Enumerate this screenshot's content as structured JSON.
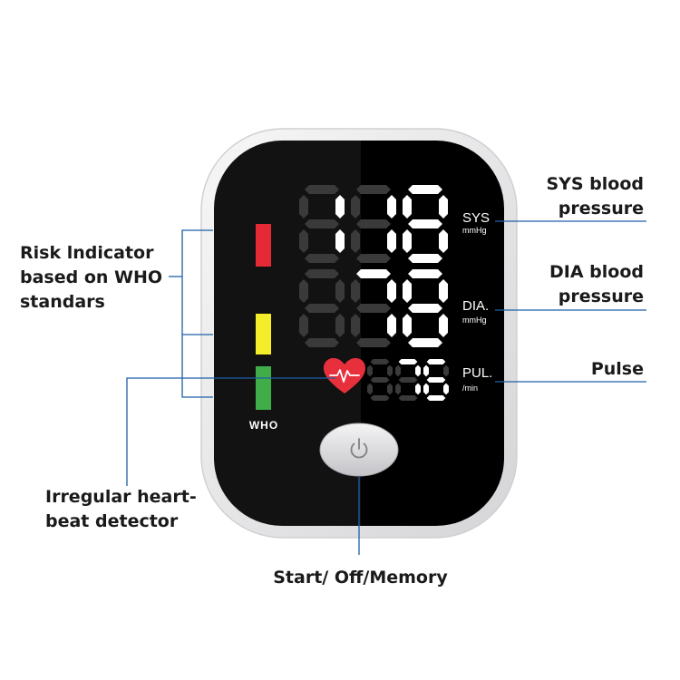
{
  "labels": {
    "risk": [
      "Risk lndicator",
      "based on WHO",
      "standars"
    ],
    "irregular": [
      "Irregular heart-",
      "beat detector"
    ],
    "start": "Start/ Off/Memory",
    "sys": [
      "SYS blood",
      "pressure"
    ],
    "dia": [
      "DIA blood",
      "pressure"
    ],
    "pulse": "Pulse"
  },
  "display": {
    "sys_value": "118",
    "dia_value": "78",
    "pulse_value": "76",
    "sys_label": "SYS",
    "sys_unit": "mmHg",
    "dia_label": "DIA.",
    "dia_unit": "mmHg",
    "pul_label": "PUL.",
    "pul_unit": "/min",
    "who_label": "WHO"
  },
  "icons": {
    "heart": "heart-pulse-icon",
    "power": "power-icon"
  },
  "colors": {
    "screen": "#000000",
    "bezel": "#e9e9ea",
    "segment_on": "#ffffff",
    "segment_off": "#3a3a3a",
    "leader_line": "#1f5fa8",
    "who_red": "#e32a35",
    "who_yellow": "#f4ee2a",
    "who_green": "#3fae49",
    "heart": "#e8303d"
  }
}
